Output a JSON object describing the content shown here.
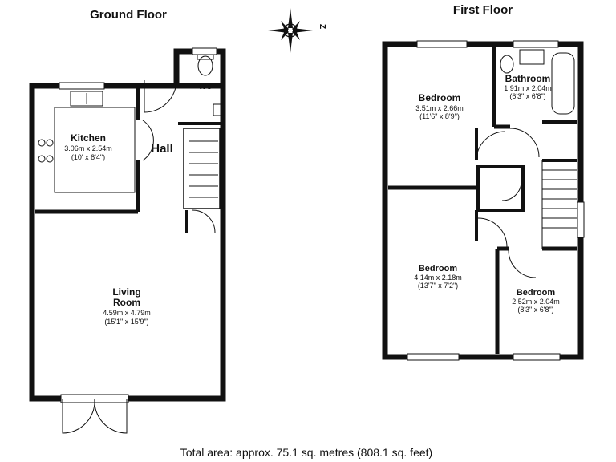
{
  "ground_floor": {
    "title": "Ground Floor",
    "rooms": {
      "kitchen": {
        "name": "Kitchen",
        "dims": "3.06m x 2.54m",
        "imperial": "(10' x 8'4\")"
      },
      "hall": {
        "name": "Hall"
      },
      "wc": {
        "name": "WC"
      },
      "living": {
        "name_line1": "Living",
        "name_line2": "Room",
        "dims": "4.59m x 4.79m",
        "imperial": "(15'1\" x 15'9\")"
      }
    }
  },
  "first_floor": {
    "title": "First Floor",
    "rooms": {
      "bedroom1": {
        "name": "Bedroom",
        "dims": "3.51m x 2.66m",
        "imperial": "(11'6\" x 8'9\")"
      },
      "bathroom": {
        "name": "Bathroom",
        "dims": "1.91m x 2.04m",
        "imperial": "(6'3\" x 6'8\")"
      },
      "bedroom2": {
        "name": "Bedroom",
        "dims": "4.14m x 2.18m",
        "imperial": "(13'7\" x 7'2\")"
      },
      "bedroom3": {
        "name": "Bedroom",
        "dims": "2.52m x 2.04m",
        "imperial": "(8'3\" x 6'8\")"
      }
    }
  },
  "compass": {
    "north_label": "Z"
  },
  "footer": {
    "total_area": "Total area: approx. 75.1 sq. metres (808.1 sq. feet)"
  }
}
